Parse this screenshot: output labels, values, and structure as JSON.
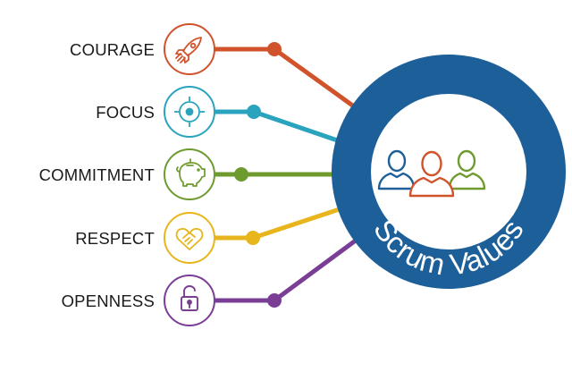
{
  "diagram": {
    "center_title": "Scrum Values",
    "center_icon": "people-group-icon",
    "ring_color": "#1d5f98",
    "values": [
      {
        "label": "COURAGE",
        "icon": "rocket-icon",
        "color": "#d0532b"
      },
      {
        "label": "FOCUS",
        "icon": "target-icon",
        "color": "#2aa3bf"
      },
      {
        "label": "COMMITMENT",
        "icon": "piggy-bank-icon",
        "color": "#6e9a2f"
      },
      {
        "label": "RESPECT",
        "icon": "handshake-icon",
        "color": "#e8b51d"
      },
      {
        "label": "OPENNESS",
        "icon": "padlock-open-icon",
        "color": "#7a3e95"
      }
    ],
    "people_colors": [
      "#1d5f98",
      "#d0532b",
      "#6e9a2f"
    ]
  }
}
